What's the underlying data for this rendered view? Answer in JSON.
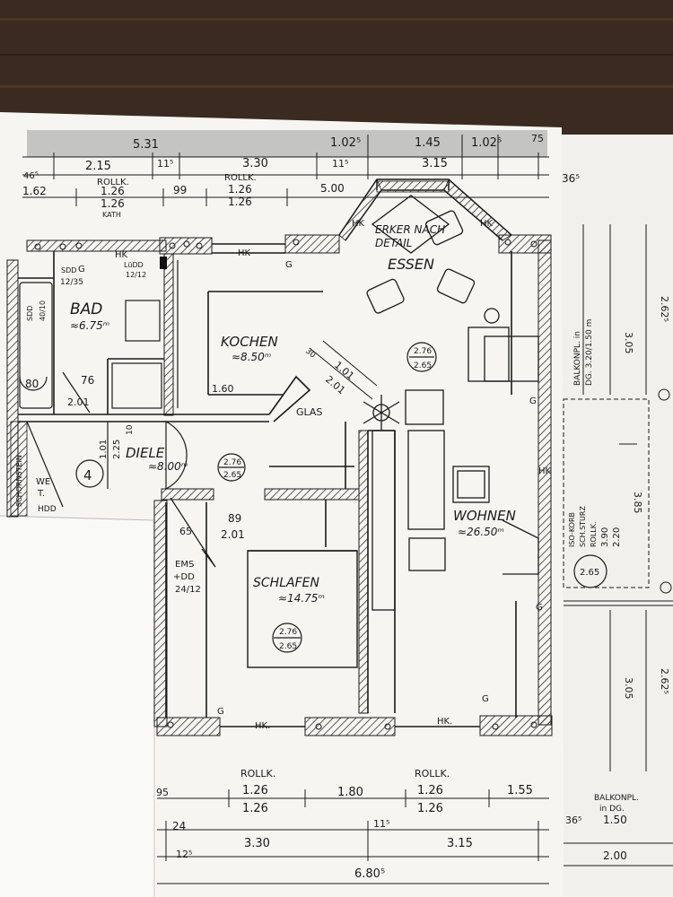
{
  "colors": {
    "table": "#3a2a20",
    "paper": "#f4f3ef",
    "ink": "#1a1a1a",
    "hatch": "#555555"
  },
  "dims_top": {
    "row1": [
      "5.31",
      "1.02⁵",
      "1.45",
      "1.02⁵",
      "75"
    ],
    "row2": [
      "2.15",
      "11⁵",
      "3.30",
      "11⁵",
      "3.15",
      "36⁵"
    ],
    "row3_left": [
      "1.62",
      "99"
    ],
    "row3_right": "5.00",
    "small_left": "46⁵",
    "rollk1": [
      "ROLLK.",
      "1.26",
      "1.26",
      "KATH"
    ],
    "rollk2": [
      "ROLLK.",
      "1.26",
      "1.26"
    ]
  },
  "rooms": {
    "bad": {
      "name": "BAD",
      "area": "≈6.75ᵐ"
    },
    "kochen": {
      "name": "KOCHEN",
      "area": "≈8.50ᵐ"
    },
    "diele": {
      "name": "DIELE",
      "area": "≈8.00ᵐ"
    },
    "schlafen": {
      "name": "SCHLAFEN",
      "area": "≈14.75ᵐ"
    },
    "wohnen": {
      "name": "WOHNEN",
      "area": "≈26.50ᵐ"
    },
    "erker": [
      "ERKER NACH",
      "DETAIL"
    ],
    "essen": "ESSEN"
  },
  "heights": [
    "2.76",
    "2.65"
  ],
  "heights_balcony": "2.65",
  "labels": {
    "hk": "HK",
    "hk_dot": "HK.",
    "g": "G",
    "glas": "GLAS",
    "stair_no": "4",
    "we": "WE",
    "we_t": "T.",
    "hdd": "HDD",
    "sdd": "SDD",
    "lueftung": [
      "LüDD",
      "12/12"
    ],
    "sdd_sz": "12/35",
    "sdd_v": "40/10",
    "ems": [
      "EMS",
      "+DD",
      "24/12"
    ],
    "bad_dims": [
      "80",
      "76",
      "2.01"
    ],
    "kochen_dim": "1.60",
    "diele_dims": [
      "1.01",
      "2.25",
      "10"
    ],
    "schlafen_dims": [
      "89",
      "2.01",
      "65"
    ],
    "glas_dims": [
      "1.01",
      "2.01",
      "30"
    ],
    "left_vert": "SCHORNSTEIN"
  },
  "dims_bottom": {
    "rollk1": [
      "ROLLK.",
      "1.26",
      "1.26"
    ],
    "rollk2": [
      "ROLLK.",
      "1.26",
      "1.26"
    ],
    "mid": "1.80",
    "right": "1.55",
    "left": "95",
    "row2": [
      "24",
      "11⁵",
      "12⁵"
    ],
    "row3": [
      "3.30",
      "3.15"
    ],
    "total": "6.80⁵"
  },
  "right_sheet": {
    "balkon_vert": [
      "BALKONPL. in",
      "DG. 3.20/1.50 m"
    ],
    "dims_vert": [
      "3.05",
      "2.62⁵",
      "3.85",
      "3.05",
      "2.62⁵"
    ],
    "iso": [
      "ISO-KORB",
      "SCH.STURZ",
      "ROLLK."
    ],
    "iso_dims": [
      "3.90",
      "2.20"
    ],
    "balkon_bottom": [
      "BALKONPL.",
      "in DG.",
      "1.50"
    ],
    "b_36": "36⁵",
    "b_200": "2.00"
  }
}
